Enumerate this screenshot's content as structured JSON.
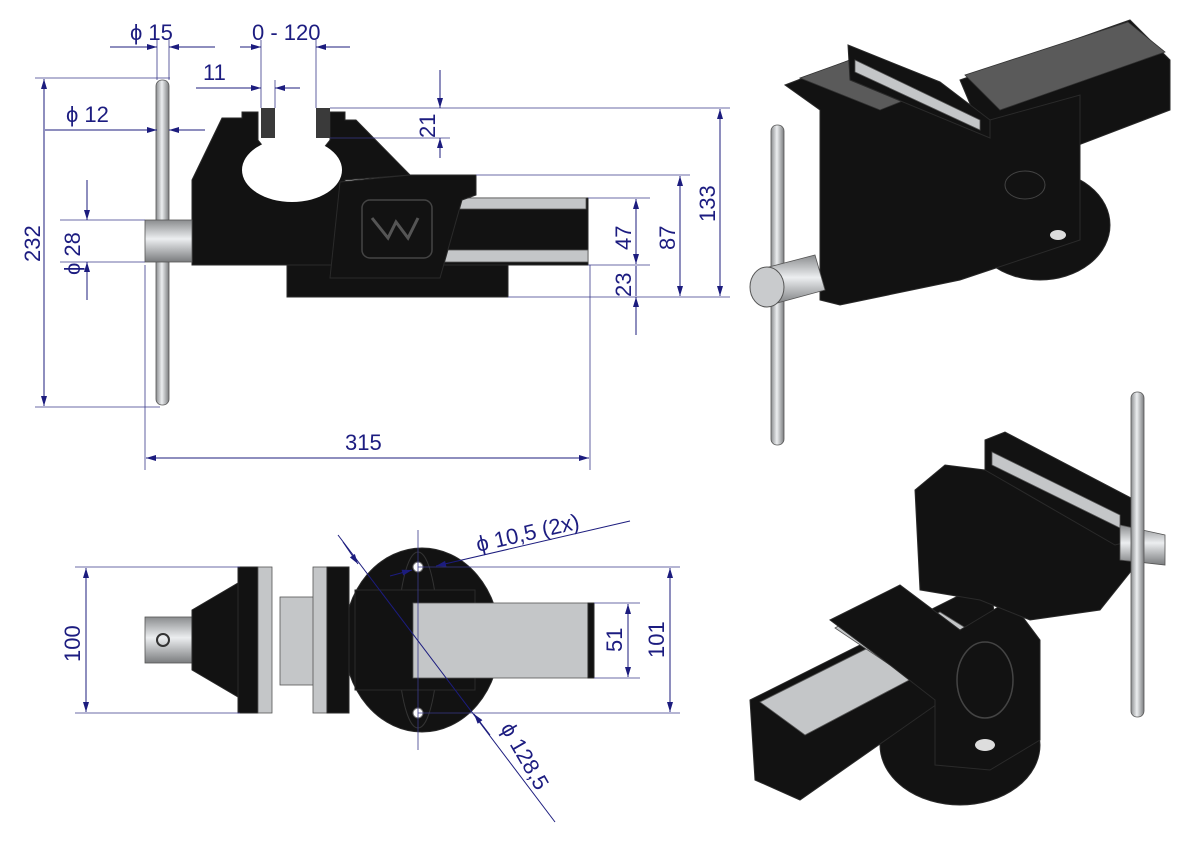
{
  "side_view": {
    "rod_diameter": "ϕ 15",
    "jaw_opening": "0 - 120",
    "jaw_insert_thickness": "11",
    "handle_diameter": "ϕ 12",
    "spindle_diameter": "ϕ 28",
    "jaw_height": "21",
    "overall_height": "232",
    "overall_length": "315",
    "rail_height": "47",
    "body_height": "87",
    "total_height": "133",
    "base_height": "23"
  },
  "top_view": {
    "jaw_width": "100",
    "hole_diameter": "ϕ 10,5  (2x)",
    "base_diameter": "ϕ 128,5",
    "rail_width": "51",
    "hole_spacing": "101"
  },
  "colors": {
    "dimension": "#1c1c80",
    "body": "#121212",
    "steel": "#c4c6c8"
  }
}
